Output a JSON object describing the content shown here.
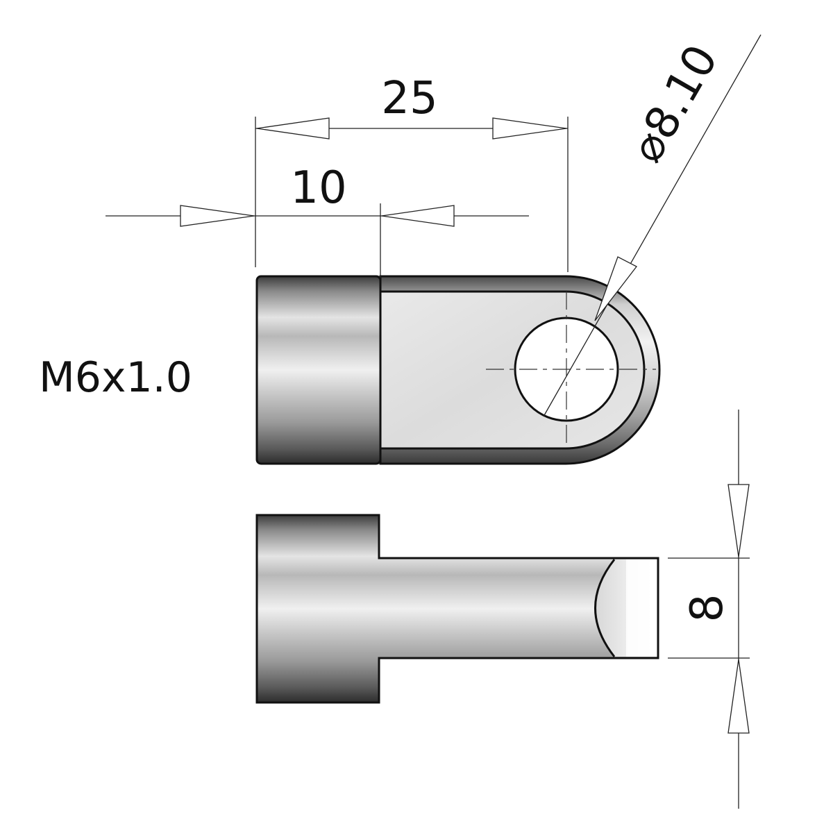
{
  "dimensions": {
    "overall_length": "25",
    "thread_length": "10",
    "hole_diameter": "⌀8.10",
    "slot_width": "8"
  },
  "thread_callout": "M6x1.0"
}
